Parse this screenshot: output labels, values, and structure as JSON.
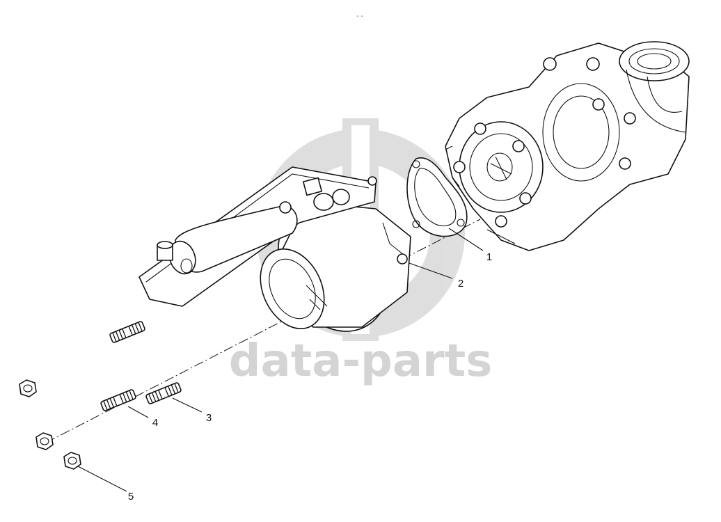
{
  "page_mark": "- -",
  "watermark": {
    "text": "data-parts",
    "logo_icon": "data-parts-logo-icon",
    "color": "#d4d4d4"
  },
  "callouts": [
    {
      "label": "1",
      "part": "flange-gasket"
    },
    {
      "label": "2",
      "part": "exhaust-brake-valve"
    },
    {
      "label": "3",
      "part": "stud"
    },
    {
      "label": "4",
      "part": "stud"
    },
    {
      "label": "5",
      "part": "nut"
    }
  ],
  "colors": {
    "line": "#111111",
    "background": "#ffffff"
  }
}
